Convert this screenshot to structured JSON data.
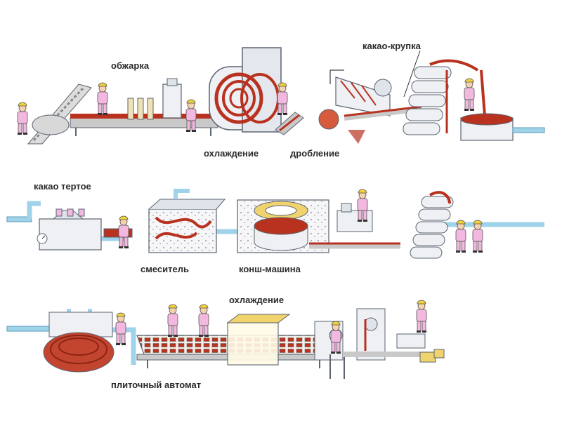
{
  "labels": {
    "roasting": "обжарка",
    "cocoa_nibs": "какао-крупка",
    "cooling_1": "охлаждение",
    "crushing": "дробление",
    "cocoa_liquor": "какао тертое",
    "mixer": "смеситель",
    "conche": "конш-машина",
    "cooling_2": "охлаждение",
    "bar_machine": "плиточный автомат"
  },
  "colors": {
    "pipe": "#9fd3ea",
    "pipe_dark": "#5a9bbb",
    "cocoa": "#b8321f",
    "machine_light": "#eef0f4",
    "machine_line": "#5b6470",
    "worker_body": "#f2b8e0",
    "worker_helmet": "#f2d23a",
    "conveyor": "#c9c9c9"
  }
}
